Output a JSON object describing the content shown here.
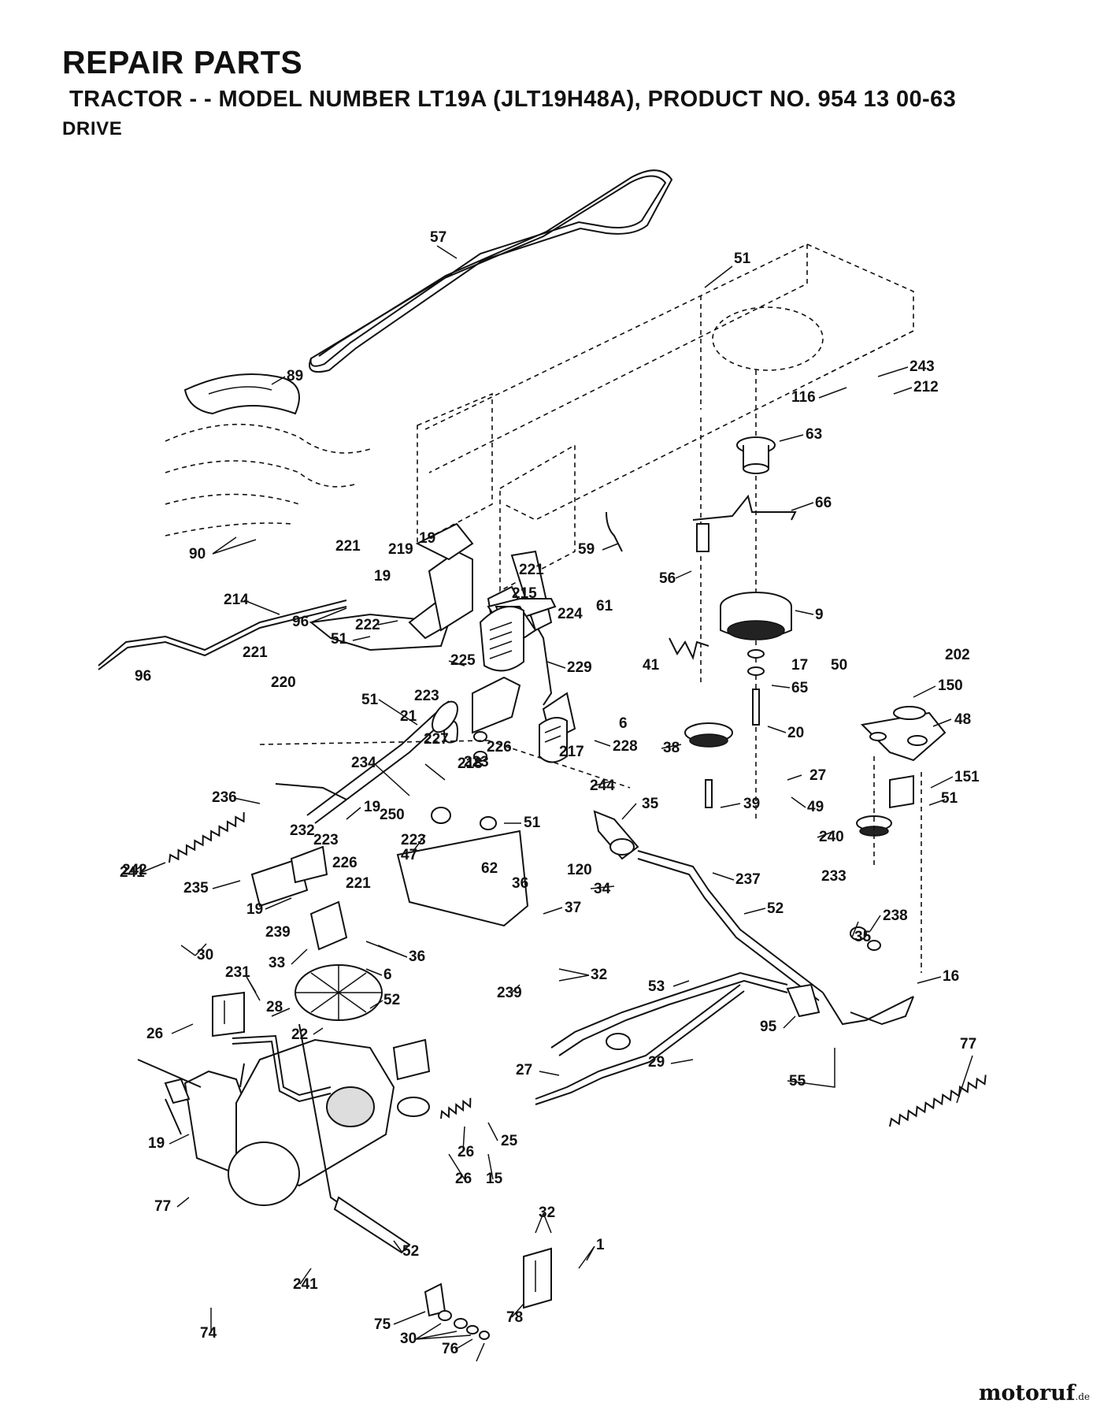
{
  "header": {
    "title": "REPAIR PARTS",
    "subtitle": "TRACTOR - - MODEL NUMBER LT19A (JLT19H48A), PRODUCT NO. 954 13 00-63",
    "section": "DRIVE"
  },
  "watermark": {
    "brand": "motoruf",
    "suffix": ".de"
  },
  "part_labels": [
    "57",
    "51",
    "89",
    "243",
    "116",
    "212",
    "63",
    "66",
    "90",
    "59",
    "56",
    "19",
    "221",
    "219",
    "61",
    "221",
    "19",
    "214",
    "96",
    "222",
    "51",
    "221",
    "215",
    "224",
    "9",
    "41",
    "17",
    "50",
    "202",
    "96",
    "220",
    "225",
    "229",
    "65",
    "150",
    "51",
    "223",
    "21",
    "6",
    "20",
    "48",
    "223",
    "226",
    "228",
    "38",
    "234",
    "227",
    "218",
    "217",
    "27",
    "244",
    "236",
    "19",
    "250",
    "35",
    "151",
    "223",
    "51",
    "39",
    "49",
    "51",
    "241",
    "232",
    "223",
    "47",
    "240",
    "242",
    "226",
    "62",
    "120",
    "233",
    "235",
    "221",
    "36",
    "34",
    "237",
    "19",
    "37",
    "52",
    "239",
    "36",
    "35",
    "238",
    "33",
    "6",
    "32",
    "30",
    "231",
    "239",
    "52",
    "28",
    "53",
    "16",
    "26",
    "95",
    "22",
    "29",
    "27",
    "55",
    "77",
    "19",
    "25",
    "26",
    "26",
    "15",
    "77",
    "52",
    "32",
    "1",
    "241",
    "74",
    "75",
    "30",
    "78",
    "76"
  ]
}
